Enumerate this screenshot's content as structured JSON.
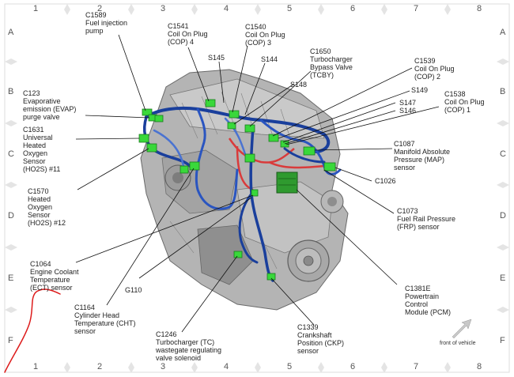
{
  "grid": {
    "columns": [
      "1",
      "2",
      "3",
      "4",
      "5",
      "6",
      "7",
      "8"
    ],
    "rows": [
      "A",
      "B",
      "C",
      "D",
      "E",
      "F"
    ]
  },
  "callouts": {
    "c1589": "C1589\nFuel injection\npump",
    "c1541": "C1541\nCoil On Plug\n(COP) 4",
    "c1540": "C1540\nCoil On Plug\n(COP) 3",
    "s145": "S145",
    "s144": "S144",
    "c1650": "C1650\nTurbocharger\nBypass Valve\n(TCBY)",
    "c1539": "C1539\nCoil On Plug\n(COP) 2",
    "s148": "S148",
    "s149": "S149",
    "c1538": "C1538\nCoil On Plug\n(COP) 1",
    "s147": "S147",
    "s146": "S146",
    "c123": "C123\nEvaporative\nemission (EVAP)\npurge valve",
    "c1631": "C1631\nUniversal\nHeated\nOxygen\nSensor\n(HO2S) #11",
    "c1087": "C1087\nManifold Absolute\nPressure (MAP)\nsensor",
    "c1026": "C1026",
    "c1570": "C1570\nHeated\nOxygen\nSensor\n(HO2S) #12",
    "c1073": "C1073\nFuel Rail Pressure\n(FRP) sensor",
    "c1064": "C1064\nEngine Coolant\nTemperature\n(ECT) sensor",
    "g110": "G110",
    "c1381e": "C1381E\nPowertrain\nControl\nModule (PCM)",
    "c1164": "C1164\nCylinder Head\nTemperature (CHT)\nsensor",
    "c1246": "C1246\nTurbocharger (TC)\nwastegate regulating\nvalve solenoid",
    "c1339": "C1339\nCrankshaft\nPosition (CKP)\nsensor"
  },
  "front_label": "front of vehicle",
  "colors": {
    "harness": "#1a3f9c",
    "harness_light": "#4a73d1",
    "connector": "#39d83a",
    "red_line": "#d93b3b",
    "engine_metal": "#9a9a9a",
    "grid_arrow": "#e5e5e5",
    "annotation_red": "#dd1b1b"
  }
}
